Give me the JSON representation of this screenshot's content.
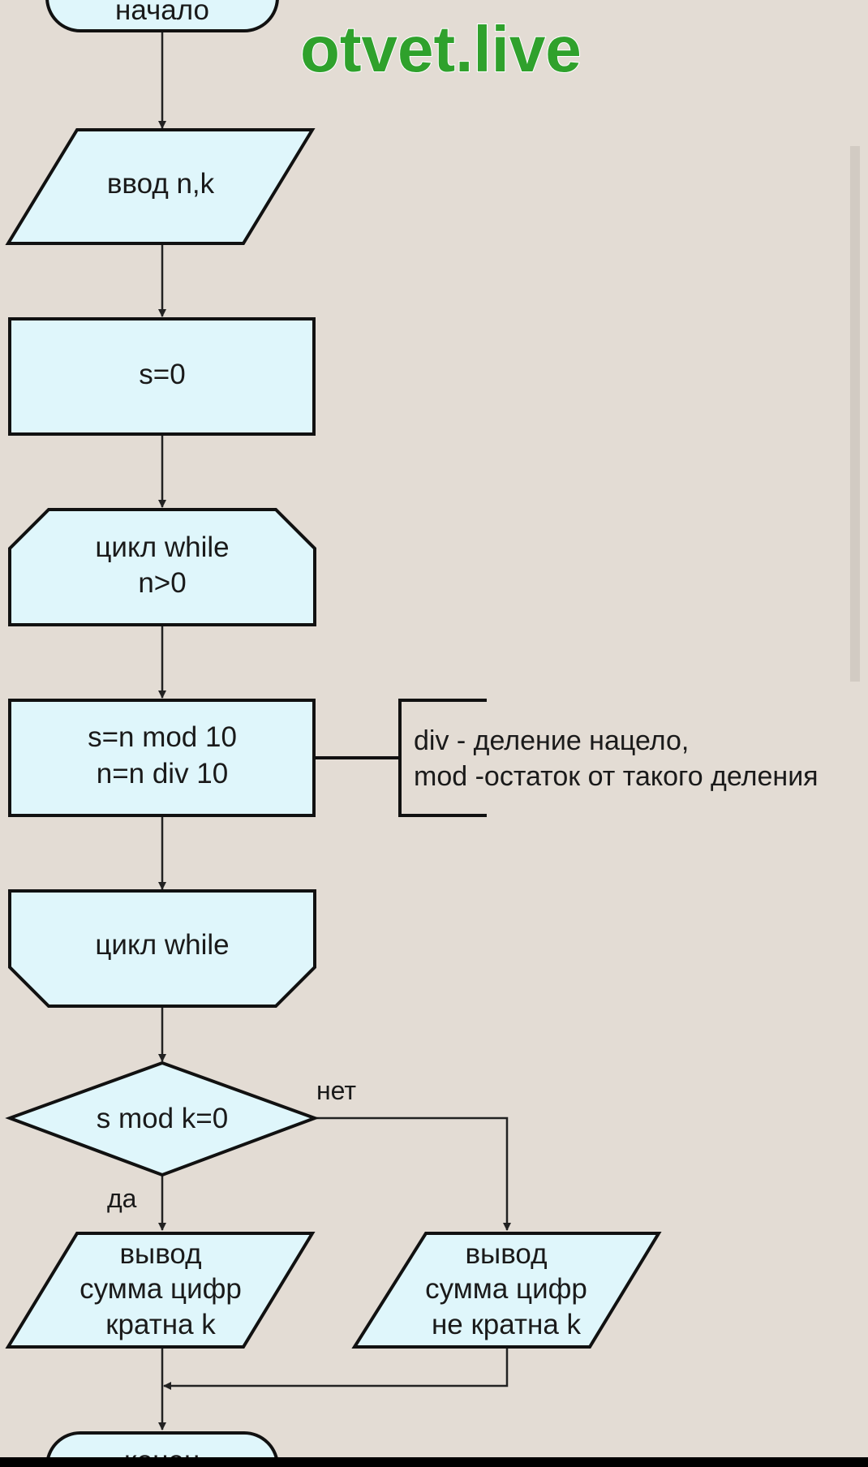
{
  "watermark": "otvet.live",
  "nodes": {
    "start": "начало",
    "input": "ввод n,k",
    "init": "s=0",
    "loop_start": [
      "цикл while",
      "n>0"
    ],
    "body": [
      "s=n mod 10",
      "n=n div 10"
    ],
    "loop_end": "цикл while",
    "condition": "s mod k=0",
    "output_yes": [
      "вывод",
      "сумма цифр",
      "кратна k"
    ],
    "output_no": [
      "вывод",
      "сумма цифр",
      "не кратна k"
    ],
    "end": "конец"
  },
  "edges": {
    "yes_label": "да",
    "no_label": "нет"
  },
  "note": {
    "line1": "div - деление нацело,",
    "line2": "mod -остаток от такого деления"
  },
  "colors": {
    "background": "#e3dcd4",
    "node_fill": "#dff6fb",
    "watermark": "#2fa12c"
  }
}
